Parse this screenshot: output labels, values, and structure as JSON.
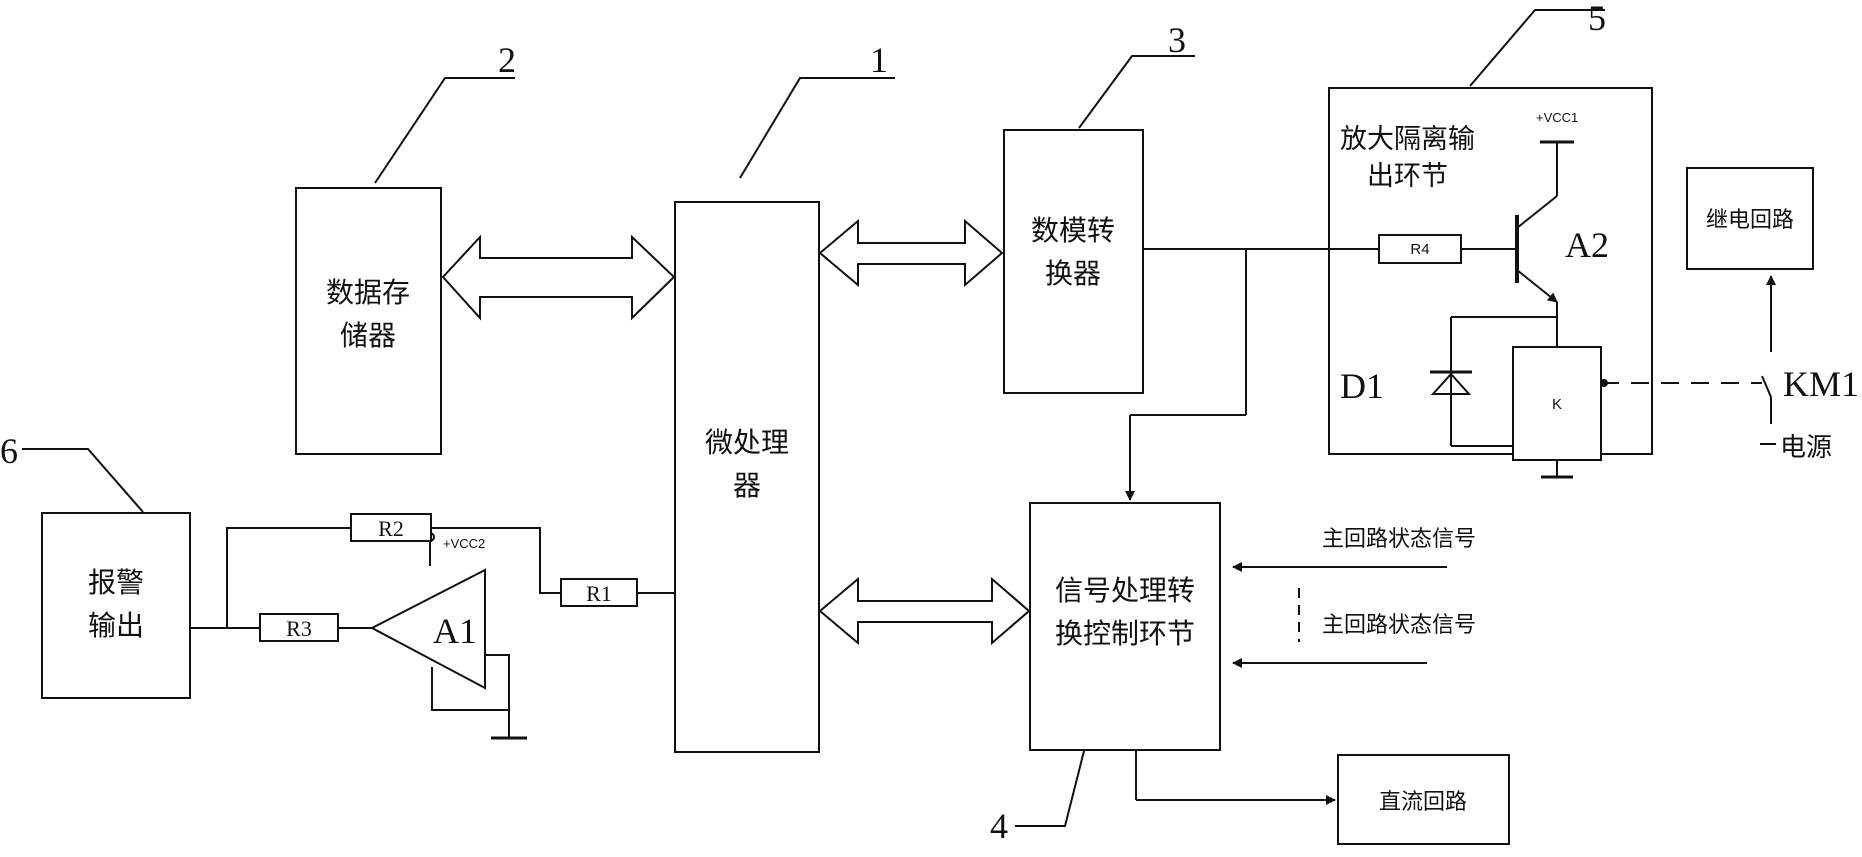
{
  "callouts": {
    "c1": "1",
    "c2": "2",
    "c3": "3",
    "c4": "4",
    "c5": "5",
    "c6": "6"
  },
  "blocks": {
    "storage": [
      "数据存",
      "储器"
    ],
    "mcu": [
      "微处理",
      "器"
    ],
    "dac": [
      "数模转",
      "换器"
    ],
    "amp_stage": [
      "放大隔离输",
      "出环节"
    ],
    "signal_proc": [
      "信号处理转",
      "换控制环节"
    ],
    "alarm": [
      "报警",
      "输出"
    ],
    "relay_circuit": "继电回路",
    "dc_circuit": "直流回路"
  },
  "components": {
    "r1": "R1",
    "r2": "R2",
    "r3": "R3",
    "r4": "R4",
    "a1": "A1",
    "a2": "A2",
    "d1": "D1",
    "k": "K",
    "km1": "KM1",
    "vcc1": "+VCC1",
    "vcc2": "+VCC2"
  },
  "signals": {
    "power": "电源",
    "main_status_1": "主回路状态信号",
    "main_status_2": "主回路状态信号"
  }
}
